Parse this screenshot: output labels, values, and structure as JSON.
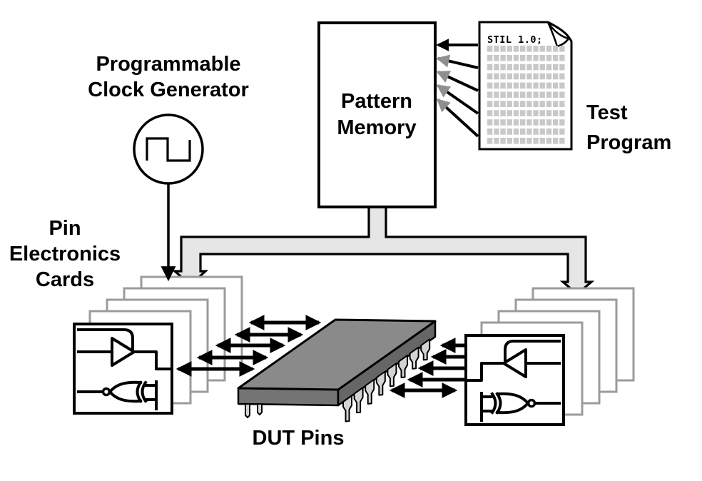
{
  "title": "Semiconductor tester architecture diagram",
  "labels": {
    "clock_generator_line1": "Programmable",
    "clock_generator_line2": "Clock Generator",
    "pattern_memory_line1": "Pattern",
    "pattern_memory_line2": "Memory",
    "test_program_line1": "Test",
    "test_program_line2": "Program",
    "pin_electronics_line1": "Pin",
    "pin_electronics_line2": "Electronics",
    "pin_electronics_line3": "Cards",
    "dut_pins": "DUT Pins",
    "stil_header": "STIL 1.0;"
  },
  "structure": {
    "left_card_count": 5,
    "right_card_count": 5,
    "doc_grid_rows": 11,
    "doc_grid_cols": 12,
    "doc_arrow_count": 5,
    "left_bidirectional_arrow_count": 5,
    "right_single_arrow_count": 4,
    "right_double_arrow_count": 1,
    "dut_right_pin_count": 8,
    "dut_left_pin_count": 2
  },
  "colors": {
    "background": "#ffffff",
    "outline": "#000000",
    "bus_fill": "#e6e6e6",
    "back_card_stroke": "#9b9b9b",
    "doc_square": "#c8c8c8",
    "gray_arrowhead": "#8f8f8f",
    "chip_top": "#8a8a8a",
    "chip_left_face": "#747474",
    "chip_right_face": "#666666",
    "chip_pin": "#d4d4d4"
  }
}
